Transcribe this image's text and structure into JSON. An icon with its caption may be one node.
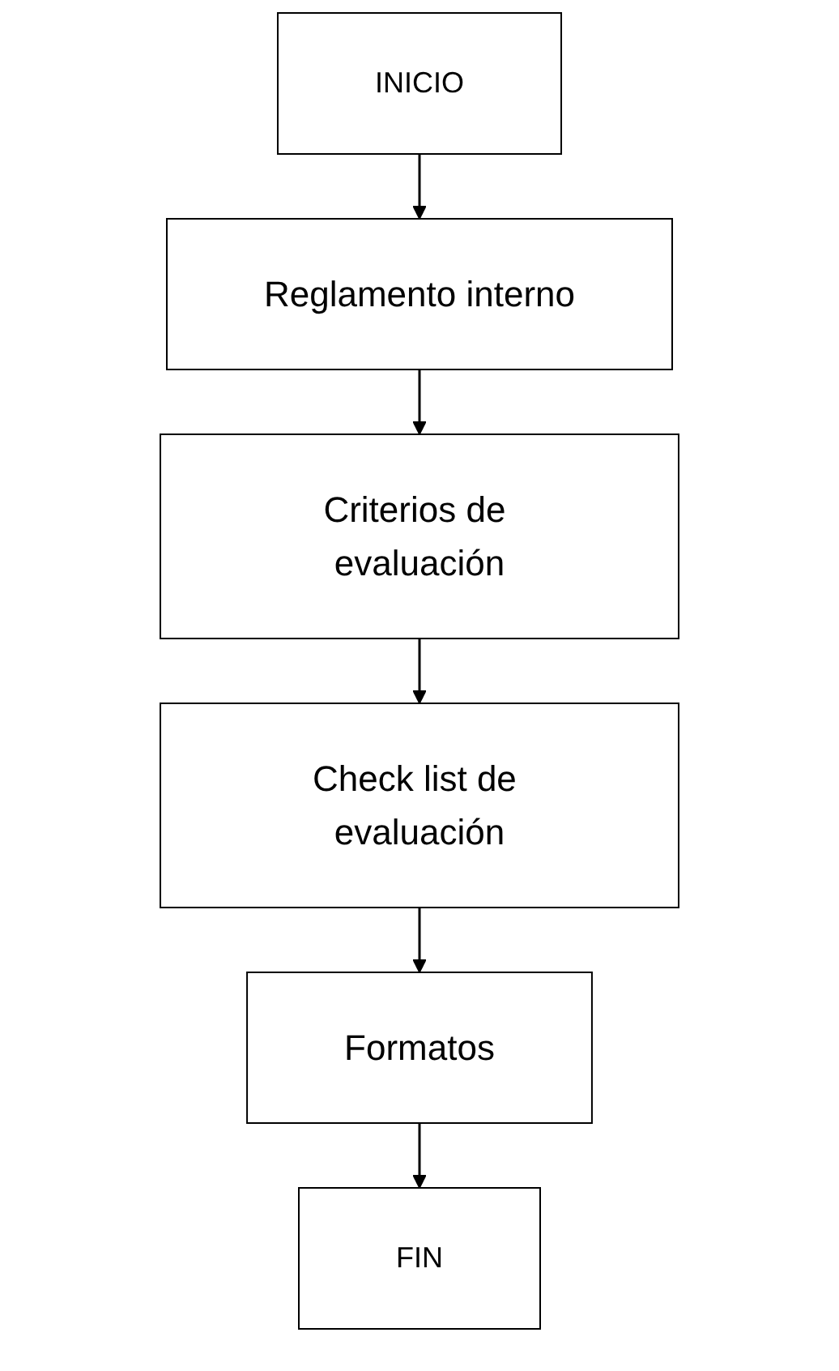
{
  "diagram": {
    "nodes": [
      {
        "text": [
          "INICIO"
        ]
      },
      {
        "text": [
          "Reglamento interno"
        ]
      },
      {
        "text": [
          "Criterios de evaluación"
        ]
      },
      {
        "text": [
          "Check list de evaluación"
        ]
      },
      {
        "text": [
          "Formatos"
        ]
      },
      {
        "text": [
          "FIN"
        ]
      }
    ],
    "edges": [
      {
        "from": 0,
        "to": 1,
        "arrow": "to"
      },
      {
        "from": 1,
        "to": 2,
        "arrow": "to"
      },
      {
        "from": 2,
        "to": 3,
        "arrow": "to"
      },
      {
        "from": 3,
        "to": 4,
        "arrow": "to"
      },
      {
        "from": 4,
        "to": 5,
        "arrow": "to"
      }
    ]
  }
}
